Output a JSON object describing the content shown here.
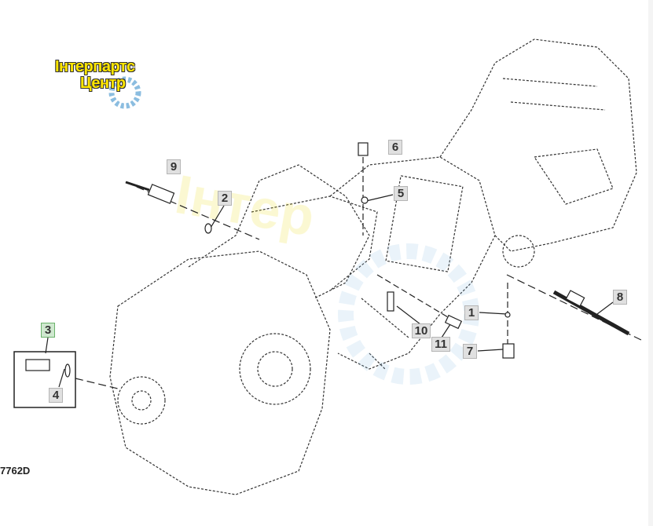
{
  "logo": {
    "line1": "Інтерпартс",
    "line2": "Центр"
  },
  "figure_id": "7762D",
  "callouts": [
    {
      "n": "1"
    },
    {
      "n": "2"
    },
    {
      "n": "3"
    },
    {
      "n": "4"
    },
    {
      "n": "5"
    },
    {
      "n": "6"
    },
    {
      "n": "7"
    },
    {
      "n": "8"
    },
    {
      "n": "9"
    },
    {
      "n": "10"
    },
    {
      "n": "11"
    }
  ],
  "highlight_color": "#6bb36b"
}
